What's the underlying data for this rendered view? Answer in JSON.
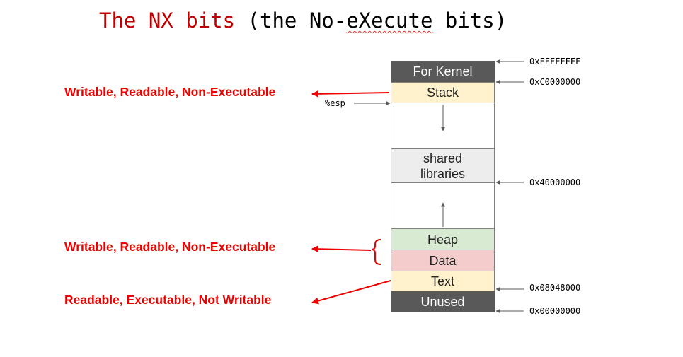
{
  "title": {
    "highlight": "The NX bits",
    "rest_open": " (the No-",
    "rest_word": "eXecute",
    "rest_close": " bits)"
  },
  "segments": {
    "kernel": "For Kernel",
    "stack": "Stack",
    "shared": "shared libraries",
    "heap": "Heap",
    "data": "Data",
    "text": "Text",
    "unused": "Unused"
  },
  "addresses": {
    "top": "0xFFFFFFFF",
    "kernel_base": "0xC0000000",
    "shared_base": "0x40000000",
    "text_base": "0x08048000",
    "zero": "0x00000000"
  },
  "register": "%esp",
  "permissions": {
    "stack": "Writable, Readable, Non-Executable",
    "heap_data": "Writable, Readable, Non-Executable",
    "text": "Readable, Executable, Not Writable"
  },
  "colors": {
    "title_red": "#c00000",
    "label_red": "#ee0000",
    "kernel_fill": "#595959",
    "stack_fill": "#fff2cc",
    "shared_fill": "#ededed",
    "heap_fill": "#d9ead3",
    "data_fill": "#f4cccc",
    "text_fill": "#fff2cc",
    "unused_fill": "#595959"
  }
}
